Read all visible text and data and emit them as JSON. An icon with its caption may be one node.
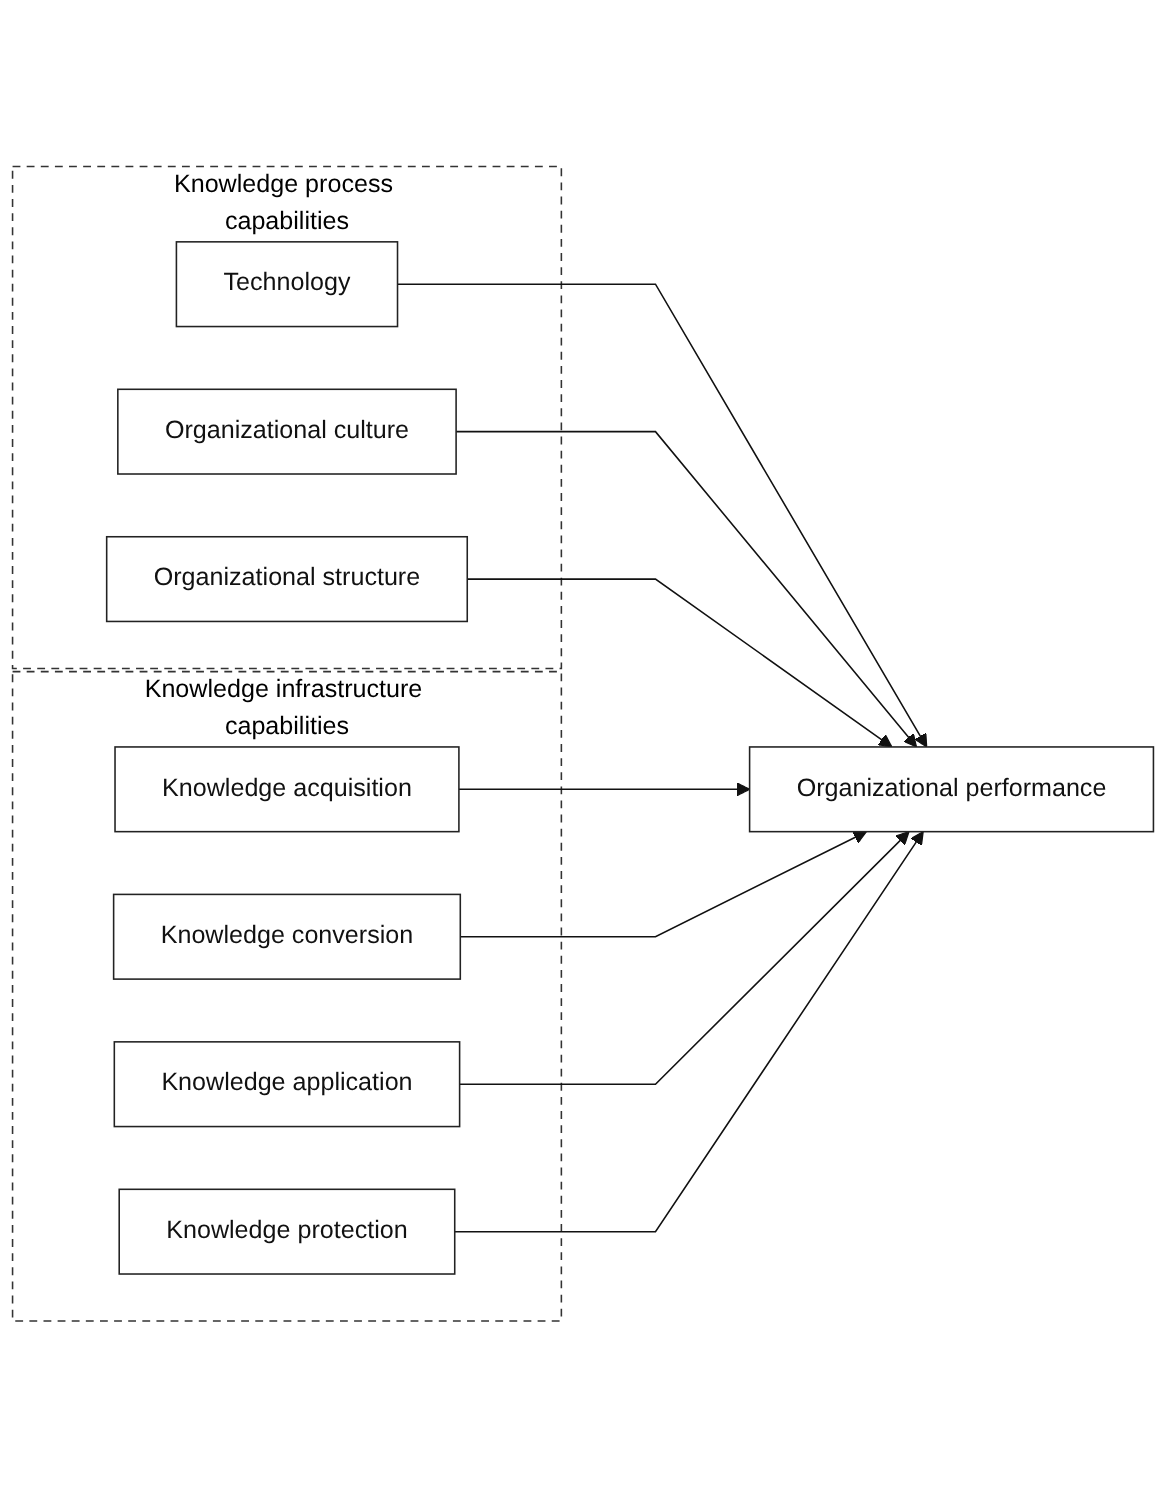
{
  "diagram": {
    "nodes": [
      {
        "text": [
          "Knowledge process capabilities"
        ]
      },
      {
        "text": [
          "Technology"
        ],
        "in": 0
      },
      {
        "text": [
          "Organizational culture"
        ],
        "in": 0
      },
      {
        "text": [
          "Organizational structure"
        ],
        "in": 0
      },
      {
        "text": [
          "Knowledge infrastructure capabilities"
        ]
      },
      {
        "text": [
          "Knowledge acquisition"
        ],
        "in": 4
      },
      {
        "text": [
          "Knowledge conversion"
        ],
        "in": 4
      },
      {
        "text": [
          "Knowledge application"
        ],
        "in": 4
      },
      {
        "text": [
          "Knowledge protection"
        ],
        "in": 4
      },
      {
        "text": [
          "Organizational performance"
        ]
      }
    ],
    "edges": [
      {
        "from": 1,
        "to": 9,
        "arrow": "to"
      },
      {
        "from": 2,
        "to": 9,
        "arrow": "to"
      },
      {
        "from": 3,
        "to": 9,
        "arrow": "to"
      },
      {
        "from": 5,
        "to": 9,
        "arrow": "to"
      },
      {
        "from": 6,
        "to": 9,
        "arrow": "to"
      },
      {
        "from": 7,
        "to": 9,
        "arrow": "to"
      },
      {
        "from": 8,
        "to": 9,
        "arrow": "to"
      }
    ]
  }
}
